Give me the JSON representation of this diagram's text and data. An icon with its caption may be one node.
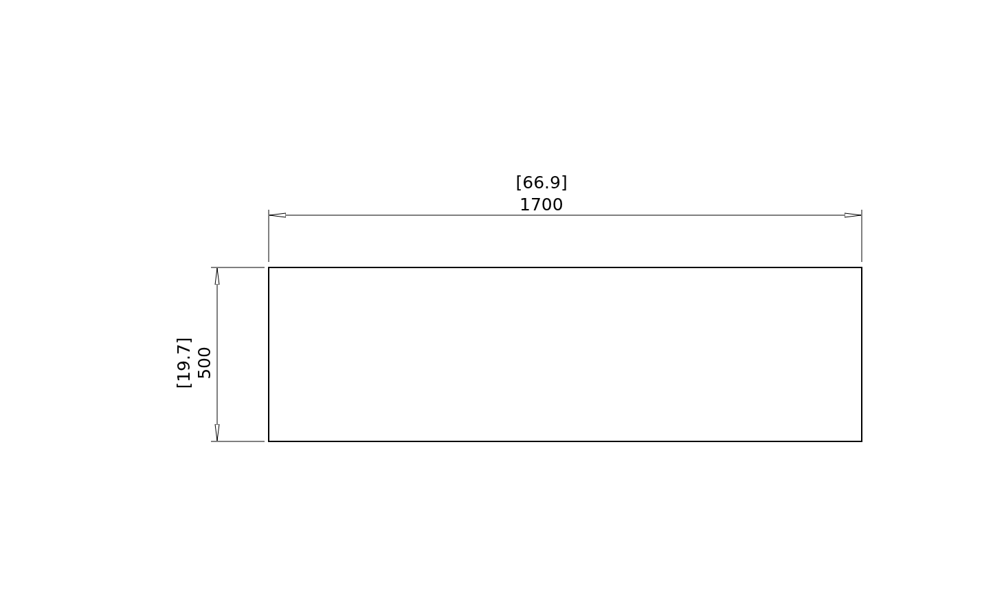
{
  "diagram": {
    "labels": [
      "[66.9]",
      "1700",
      "[19.7]",
      "500"
    ]
  }
}
